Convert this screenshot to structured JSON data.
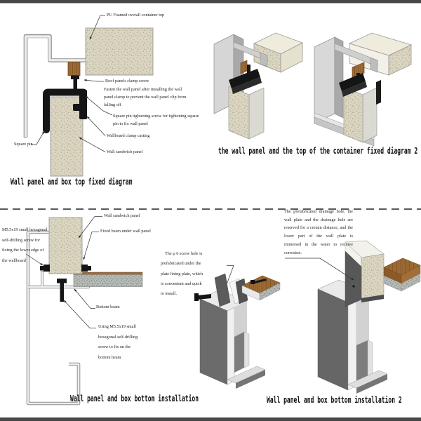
{
  "colors": {
    "frame_bar": "#474747",
    "divider": "#5a5a5a",
    "foam_panel": "#dbd6c2",
    "granite": "#b7bcb8",
    "wood": "#9f6c37",
    "hardware_black": "#161616",
    "steel_light": "#d6d6d6",
    "steel_dark": "#6a6a6a"
  },
  "top_left": {
    "title": "Wall panel and box top fixed diagram",
    "labels": {
      "pu_foam": "PU Foamed overall container top",
      "roof_clamp_screw": "Roof panels clamp screw",
      "fasten_note": "Fasten the wall panel after installing the wall\npanel clamp to prevent the wall panel clip from\nfalling off",
      "square_pin_screw": "Square pin tightening screw for tightening square\npin to fix wall panel",
      "wallboard_clamp": "Wallboard clamp casting",
      "wall_sandwich": "Wall sandwich panel",
      "square_pin": "Square pin"
    }
  },
  "top_right": {
    "caption": "the wall panel and the top of the container fixed diagram 2"
  },
  "bottom_left": {
    "title": "Wall panel and box bottom installation",
    "labels": {
      "wall_sandwich": "Wall sandwich panel",
      "fixed_beam": "Fixed beam under wall panel",
      "hex_screw_edge": "M5.5x19 small hexagonal\nself-drilling screw for\nfixing the lower edge of\nthe wallboard",
      "bottom_beam": "Bottom beam",
      "hex_screw_bottom": "Using M5.5x19 small\nhexagonal self-drilling\nscrew to fix on the\nbottom beam",
      "screw_hole_note": "The φ 6 screw hole is\nprefabricated under the\nplate fixing plate, which\nis convenient and quick\nto install."
    }
  },
  "bottom_right": {
    "title": "Wall panel and box bottom installation 2",
    "labels": {
      "drainage_note": "The prefabricated drainage hole, the wall plate and the drainage hole are reserved for a certain distance, and the lower part of the wall plate is immersed in the water to receive corrosion."
    }
  }
}
